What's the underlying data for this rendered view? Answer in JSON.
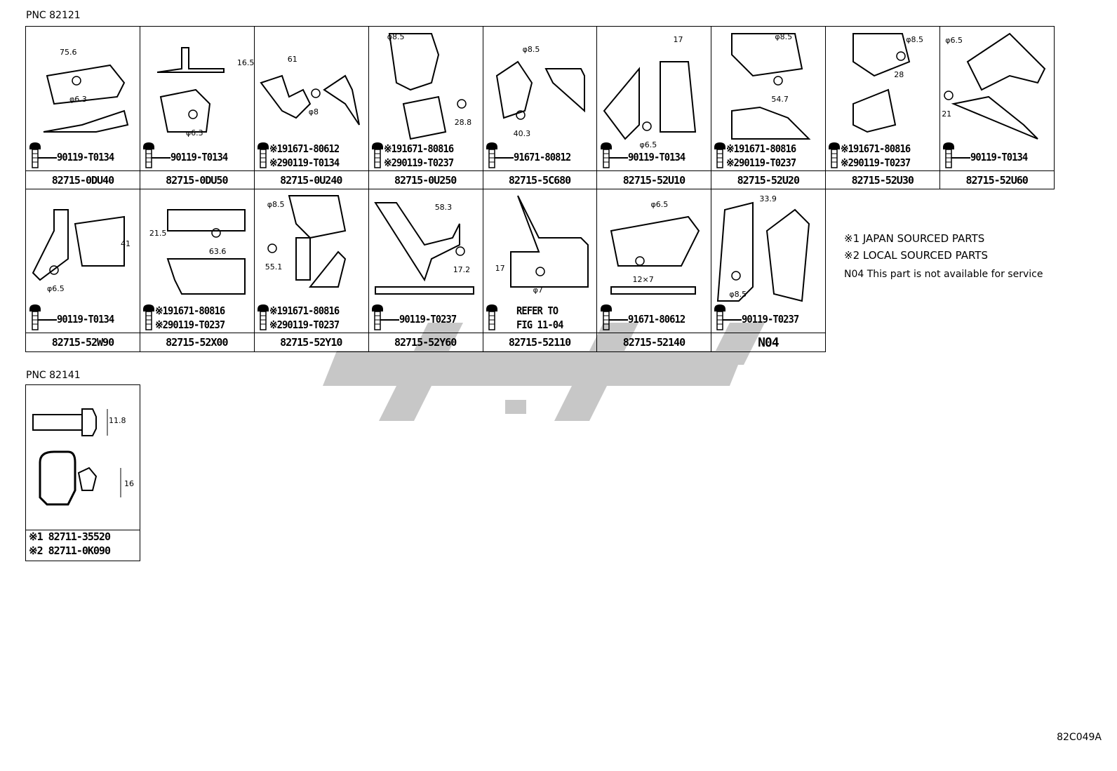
{
  "pnc_groups": [
    {
      "title": "PNC 82121",
      "cells": [
        {
          "part": "82715-0DU40",
          "bolts": [
            "90119-T0134"
          ],
          "dims": [
            "75.6",
            "φ6.3"
          ]
        },
        {
          "part": "82715-0DU50",
          "bolts": [
            "90119-T0134"
          ],
          "dims": [
            "16.5",
            "φ6.3"
          ]
        },
        {
          "part": "82715-0U240",
          "bolts": [
            "※191671-80612",
            "※290119-T0134"
          ],
          "dims": [
            "61",
            "φ8"
          ]
        },
        {
          "part": "82715-0U250",
          "bolts": [
            "※191671-80816",
            "※290119-T0237"
          ],
          "dims": [
            "φ8.5",
            "28.8"
          ]
        },
        {
          "part": "82715-5C680",
          "bolts": [
            "91671-80812"
          ],
          "dims": [
            "φ8.5",
            "40.3"
          ]
        },
        {
          "part": "82715-52U10",
          "bolts": [
            "90119-T0134"
          ],
          "dims": [
            "17",
            "φ6.5"
          ]
        },
        {
          "part": "82715-52U20",
          "bolts": [
            "※191671-80816",
            "※290119-T0237"
          ],
          "dims": [
            "φ8.5",
            "54.7"
          ]
        },
        {
          "part": "82715-52U30",
          "bolts": [
            "※191671-80816",
            "※290119-T0237"
          ],
          "dims": [
            "φ8.5",
            "28"
          ]
        },
        {
          "part": "82715-52U60",
          "bolts": [
            "90119-T0134"
          ],
          "dims": [
            "φ6.5",
            "21"
          ]
        },
        {
          "part": "82715-52W90",
          "bolts": [
            "90119-T0134"
          ],
          "dims": [
            "41",
            "φ6.5"
          ]
        },
        {
          "part": "82715-52X00",
          "bolts": [
            "※191671-80816",
            "※290119-T0237"
          ],
          "dims": [
            "21.5",
            "63.6"
          ]
        },
        {
          "part": "82715-52Y10",
          "bolts": [
            "※191671-80816",
            "※290119-T0237"
          ],
          "dims": [
            "φ8.5",
            "55.1"
          ]
        },
        {
          "part": "82715-52Y60",
          "bolts": [
            "90119-T0237"
          ],
          "dims": [
            "58.3",
            "17.2"
          ]
        },
        {
          "part": "82715-52110",
          "bolts": [
            "REFER TO",
            "FIG 11-04"
          ],
          "dims": [
            "17",
            "φ7"
          ]
        },
        {
          "part": "82715-52140",
          "bolts": [
            "91671-80612"
          ],
          "dims": [
            "φ6.5",
            "12×7"
          ]
        },
        {
          "part": "N04",
          "bolts": [
            "90119-T0237"
          ],
          "dims": [
            "33.9",
            "φ8.5"
          ]
        }
      ]
    },
    {
      "title": "PNC 82141",
      "cells": [
        {
          "parts": [
            "※1 82711-35520",
            "※2 82711-0K090"
          ],
          "dims": [
            "11.8",
            "16"
          ]
        }
      ]
    }
  ],
  "legend": [
    "※1 JAPAN SOURCED PARTS",
    "※2 LOCAL SOURCED PARTS",
    "N04   This part is not available for service"
  ],
  "figure_code": "82C049A"
}
